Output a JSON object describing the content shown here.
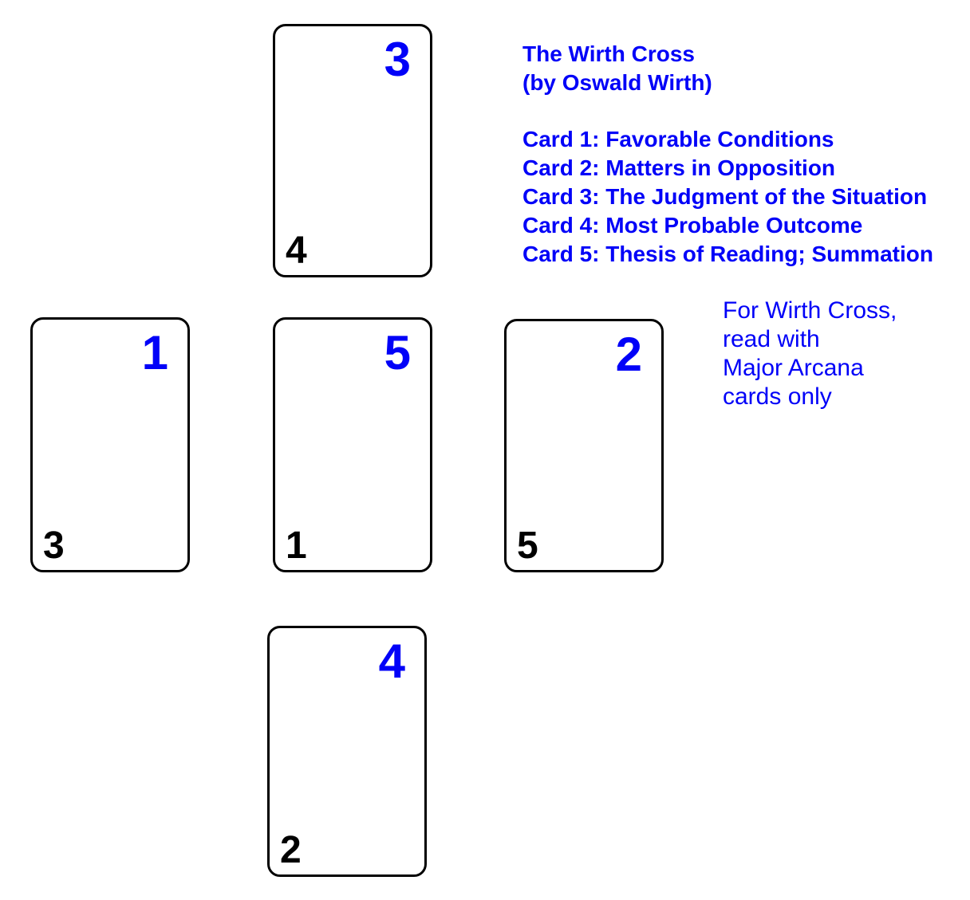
{
  "colors": {
    "accent": "#0101f8",
    "card_border": "#000000",
    "order_number": "#000000",
    "background": "#ffffff"
  },
  "header": {
    "line1": "The Wirth Cross",
    "line2": "(by Oswald Wirth)"
  },
  "legend": {
    "items": [
      "Card 1: Favorable Conditions",
      "Card 2: Matters in Opposition",
      "Card 3: The Judgment of the Situation",
      "Card 4: Most Probable Outcome",
      "Card 5: Thesis of Reading; Summation"
    ]
  },
  "note": {
    "lines": [
      "For Wirth Cross,",
      "read with",
      "Major Arcana",
      "cards only"
    ]
  },
  "spread": {
    "cards": [
      {
        "slot": "top",
        "position_number": "3",
        "draw_order": "4"
      },
      {
        "slot": "left",
        "position_number": "1",
        "draw_order": "3"
      },
      {
        "slot": "center",
        "position_number": "5",
        "draw_order": "1"
      },
      {
        "slot": "right",
        "position_number": "2",
        "draw_order": "5"
      },
      {
        "slot": "bottom",
        "position_number": "4",
        "draw_order": "2"
      }
    ]
  }
}
